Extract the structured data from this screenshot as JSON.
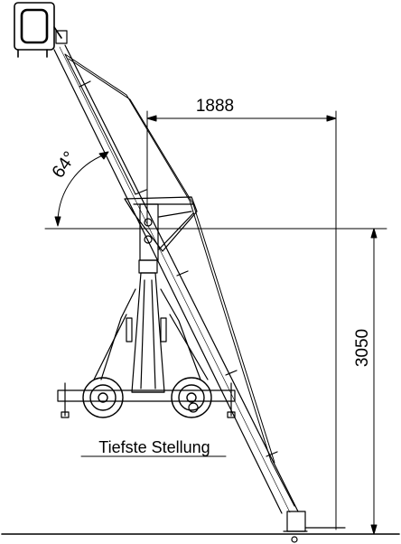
{
  "dimensions": {
    "horizontal_reach": "1888",
    "height": "3050",
    "angle": "64°"
  },
  "caption": "Tiefste Stellung",
  "colors": {
    "line": "#000000",
    "background": "#ffffff"
  }
}
